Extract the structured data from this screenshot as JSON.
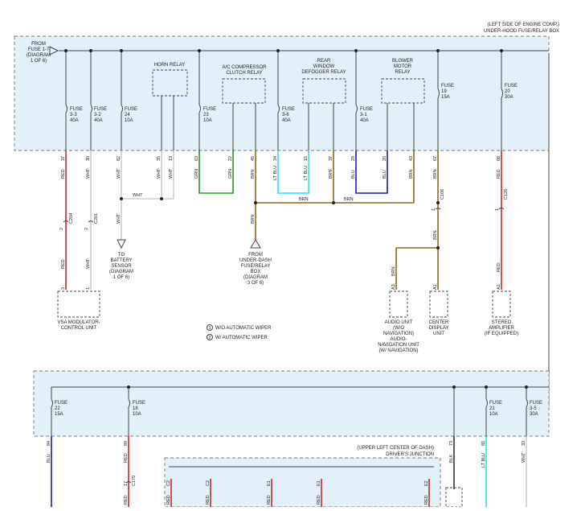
{
  "headers": {
    "fuse_box": [
      "(LEFT SIDE OF ENGINE COMP.)",
      "UNDER-HOOD FUSE/RELAY BOX"
    ],
    "junction": [
      "(UPPER LEFT CENTER OF DASH)",
      "DRIVER'S JUNCTION"
    ]
  },
  "from_fuse": [
    "FROM",
    "FUSE 1-7",
    "(DIAGRAM",
    "1 OF 6)"
  ],
  "relays": {
    "horn": [
      "HORN RELAY"
    ],
    "ac": [
      "A/C COMPRESSOR",
      "CLUTCH RELAY"
    ],
    "rear": [
      "REAR",
      "WINDOW",
      "DEFOGGER RELAY"
    ],
    "blower": [
      "BLOWER",
      "MOTOR",
      "RELAY"
    ]
  },
  "fuses_top": [
    [
      "FUSE",
      "3-3",
      "40A"
    ],
    [
      "FUSE",
      "3-2",
      "40A"
    ],
    [
      "FUSE",
      "24",
      "10A"
    ],
    [
      "FUSE",
      "23",
      "10A"
    ],
    [
      "FUSE",
      "3-6",
      "40A"
    ],
    [
      "FUSE",
      "3-1",
      "40A"
    ],
    [
      "FUSE",
      "19",
      "15A"
    ],
    [
      "FUSE",
      "20",
      "30A"
    ]
  ],
  "pins_top": [
    "37",
    "30",
    "82",
    "35",
    "13",
    "63",
    "22",
    "45",
    "34",
    "15",
    "37",
    "29",
    "20",
    "43",
    "67",
    "66"
  ],
  "wire_colors": [
    "RED",
    "WHT",
    "WHT",
    "WHT",
    "WHT",
    "GRN",
    "GRN",
    "BRN",
    "LT BLU",
    "LT BLU",
    "BRN",
    "BLU",
    "BLU",
    "BRN",
    "BRN",
    "RED"
  ],
  "labels": {
    "wht": "WHT",
    "brn": "BRN",
    "red": "RED",
    "brn_left": "BRN",
    "brn_mid": "BRN",
    "brn_right": "BRN"
  },
  "connectors": [
    "C204",
    "C201",
    "C106",
    "C126"
  ],
  "connector_pins": [
    "2",
    "2",
    "1",
    "1"
  ],
  "vsa": {
    "pins": [
      "3",
      "1"
    ],
    "name": [
      "VSA MODULATOR-",
      "CONTROL UNIT"
    ]
  },
  "battery_sensor": [
    "TO",
    "BATTERY",
    "SENSOR",
    "(DIAGRAM",
    "1 OF 6)"
  ],
  "from_underdash": [
    "FROM",
    "UNDER-DASH",
    "FUSE/RELAY",
    "BOX",
    "(DIAGRAM",
    "3 OF 6)"
  ],
  "audio": {
    "pins": [
      "A3",
      "A1"
    ],
    "name": [
      "AUDIO UNIT",
      "(W/O",
      "NAVIGATION)",
      "AUDIO-",
      "NAVIGATION UNIT",
      "(W/ NAVIGATION)"
    ]
  },
  "center_display": {
    "pin": "A1",
    "name": [
      "CENTER",
      "DISPLAY",
      "UNIT"
    ]
  },
  "stereo": {
    "pin": "A2",
    "name": [
      "STEREO",
      "AMPLIFIER",
      "(IF EQUIPPED)"
    ]
  },
  "notes": [
    {
      "key": "1",
      "text": "W/O AUTOMATIC WIPER"
    },
    {
      "key": "2",
      "text": "W/ AUTOMATIC WIPER"
    }
  ],
  "fuses_bottom": [
    [
      "FUSE",
      "22",
      "15A"
    ],
    [
      "FUSE",
      "18",
      "10A"
    ],
    [
      "FUSE",
      "21",
      "10A"
    ],
    [
      "FUSE",
      "3-5",
      "30A"
    ]
  ],
  "bottom_pins": [
    "84",
    "89",
    "73",
    "85",
    "33"
  ],
  "bottom_wires": [
    "BLU",
    "RED",
    "BLK",
    "LT BLU",
    "WHT"
  ],
  "junction_pins": [
    "C2",
    "C2",
    "E1",
    "E1",
    "E2"
  ],
  "junction_wires": [
    "RED",
    "RED",
    "RED",
    "RED",
    "RED"
  ],
  "lower_connector": {
    "pin": "17",
    "name": "C170"
  },
  "colors": {
    "red": "#d42222",
    "white": "#cfcfcf",
    "green": "#1f9a1f",
    "brown": "#8a6a1e",
    "ltblue": "#2ee0f0",
    "blue": "#1a1ab8",
    "black": "#333333",
    "box_fill": "#e2f1f9"
  }
}
